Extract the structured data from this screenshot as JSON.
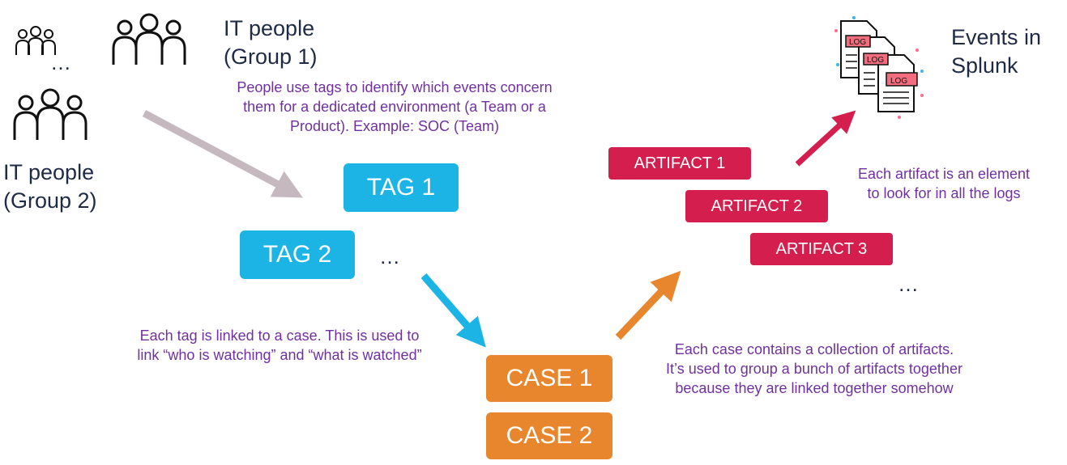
{
  "groups": {
    "group1_title": "IT people",
    "group1_sub": "(Group 1)",
    "group2_title": "IT people",
    "group2_sub": "(Group 2)",
    "ellipsis": "…"
  },
  "events": {
    "title": "Events in",
    "sub": "Splunk",
    "log_label": "LOG"
  },
  "notes": {
    "tags_note": "People use tags to identify which events concern them for a dedicated environment (a Team or a Product). Example: SOC (Team)",
    "tag_case_note_1": "Each tag is linked to a case. This is used to",
    "tag_case_note_2": "link “who is watching” and “what is watched”",
    "case_note_1": "Each case contains a collection of artifacts.",
    "case_note_2": "It’s used to group a bunch of artifacts together",
    "case_note_3": "because they are linked together somehow",
    "artifact_note_1": "Each artifact is an element",
    "artifact_note_2": "to look for in all the logs"
  },
  "tags": {
    "tag1": "TAG 1",
    "tag2": "TAG 2",
    "ellipsis": "…"
  },
  "cases": {
    "case1": "CASE 1",
    "case2": "CASE 2"
  },
  "artifacts": {
    "a1": "ARTIFACT 1",
    "a2": "ARTIFACT 2",
    "a3": "ARTIFACT 3",
    "ellipsis": "…"
  },
  "colors": {
    "tag": "#1cb4e4",
    "case": "#e8862e",
    "artifact": "#d41e4e",
    "note_text": "#7030a0",
    "heading_text": "#1f2a44",
    "arrow_gray": "#c6b8bf"
  }
}
